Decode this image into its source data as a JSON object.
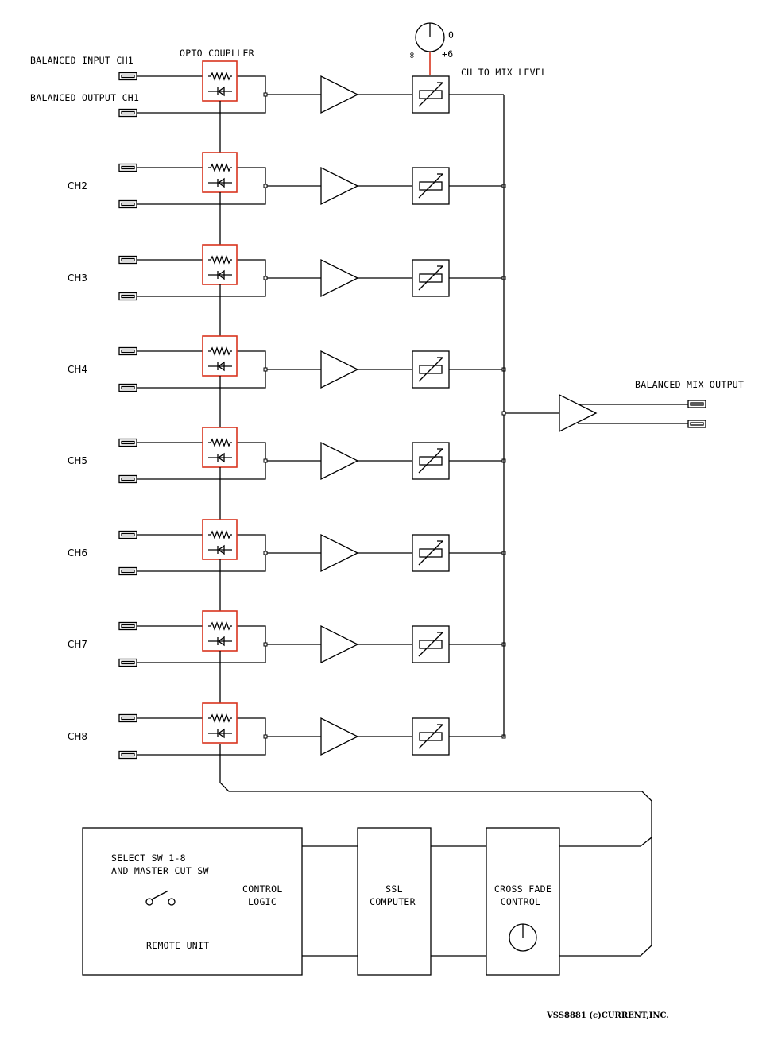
{
  "labels": {
    "balanced_input_ch1": "BALANCED INPUT CH1",
    "balanced_output_ch1": "BALANCED OUTPUT CH1",
    "opto_coupler": "OPTO COUPLLER",
    "ch_to_mix_level": "CH TO MIX LEVEL",
    "balanced_mix_output": "BALANCED MIX OUTPUT",
    "knob_zero": "0",
    "knob_plus6": "+6",
    "knob_inf": "∞"
  },
  "channels": [
    "",
    "CH2",
    "CH3",
    "CH4",
    "CH5",
    "CH6",
    "CH7",
    "CH8"
  ],
  "blocks": {
    "remote": {
      "line1": "SELECT SW 1-8",
      "line2": "AND MASTER CUT SW",
      "logic1": "CONTROL",
      "logic2": "LOGIC",
      "title": "REMOTE UNIT"
    },
    "ssl": {
      "line1": "SSL",
      "line2": "COMPUTER"
    },
    "crossfade": {
      "line1": "CROSS FADE",
      "line2": "CONTROL"
    }
  },
  "footer": "VSS8881 (c)CURRENT,INC.",
  "colors": {
    "accent": "#d8341e",
    "line": "#000000"
  }
}
